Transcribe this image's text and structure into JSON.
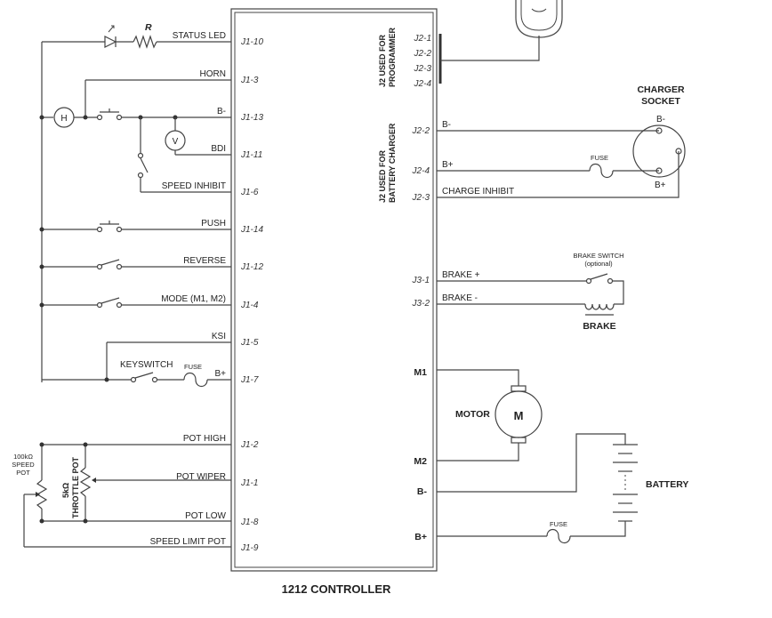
{
  "controller": {
    "title": "1212  CONTROLLER",
    "j2_programmer_label_1": "J2 USED FOR",
    "j2_programmer_label_2": "PROGRAMMER",
    "j2_charger_label_1": "J2 USED FOR",
    "j2_charger_label_2": "BATTERY CHARGER"
  },
  "left_signals": [
    {
      "label": "STATUS LED",
      "pin": "J1-10"
    },
    {
      "label": "HORN",
      "pin": "J1-3"
    },
    {
      "label": "B-",
      "pin": "J1-13"
    },
    {
      "label": "BDI",
      "pin": "J1-11"
    },
    {
      "label": "SPEED INHIBIT",
      "pin": "J1-6"
    },
    {
      "label": "PUSH",
      "pin": "J1-14"
    },
    {
      "label": "REVERSE",
      "pin": "J1-12"
    },
    {
      "label": "MODE (M1, M2)",
      "pin": "J1-4"
    },
    {
      "label": "KSI",
      "pin": "J1-5"
    },
    {
      "label": "B+",
      "pin": "J1-7"
    },
    {
      "label": "POT HIGH",
      "pin": "J1-2"
    },
    {
      "label": "POT WIPER",
      "pin": "J1-1"
    },
    {
      "label": "POT LOW",
      "pin": "J1-8"
    },
    {
      "label": "SPEED LIMIT POT",
      "pin": "J1-9"
    }
  ],
  "j2_programmer_pins": [
    "J2-1",
    "J2-2",
    "J2-3",
    "J2-4"
  ],
  "j2_charger": [
    {
      "pin": "J2-2",
      "label": "B-"
    },
    {
      "pin": "J2-4",
      "label": "B+"
    },
    {
      "pin": "J2-3",
      "label": "CHARGE INHIBIT"
    }
  ],
  "j3": [
    {
      "pin": "J3-1",
      "label": "BRAKE +"
    },
    {
      "pin": "J3-2",
      "label": "BRAKE -"
    }
  ],
  "power_terminals": [
    "M1",
    "M2",
    "B-",
    "B+"
  ],
  "components": {
    "r_label": "R",
    "horn_symbol": "H",
    "volt_symbol": "V",
    "motor_symbol": "M",
    "motor_label": "MOTOR",
    "battery_label": "BATTERY",
    "brake_label": "BRAKE",
    "brake_switch_label": "BRAKE SWITCH",
    "brake_switch_optional": "(optional)",
    "charger_socket_1": "CHARGER",
    "charger_socket_2": "SOCKET",
    "socket_minus": "B-",
    "socket_plus": "B+",
    "fuse": "FUSE",
    "keyswitch": "KEYSWITCH",
    "speed_pot_1": "100kΩ",
    "speed_pot_2": "SPEED",
    "speed_pot_3": "POT",
    "throttle_pot_1": "5kΩ",
    "throttle_pot_2": "THROTTLE POT"
  }
}
